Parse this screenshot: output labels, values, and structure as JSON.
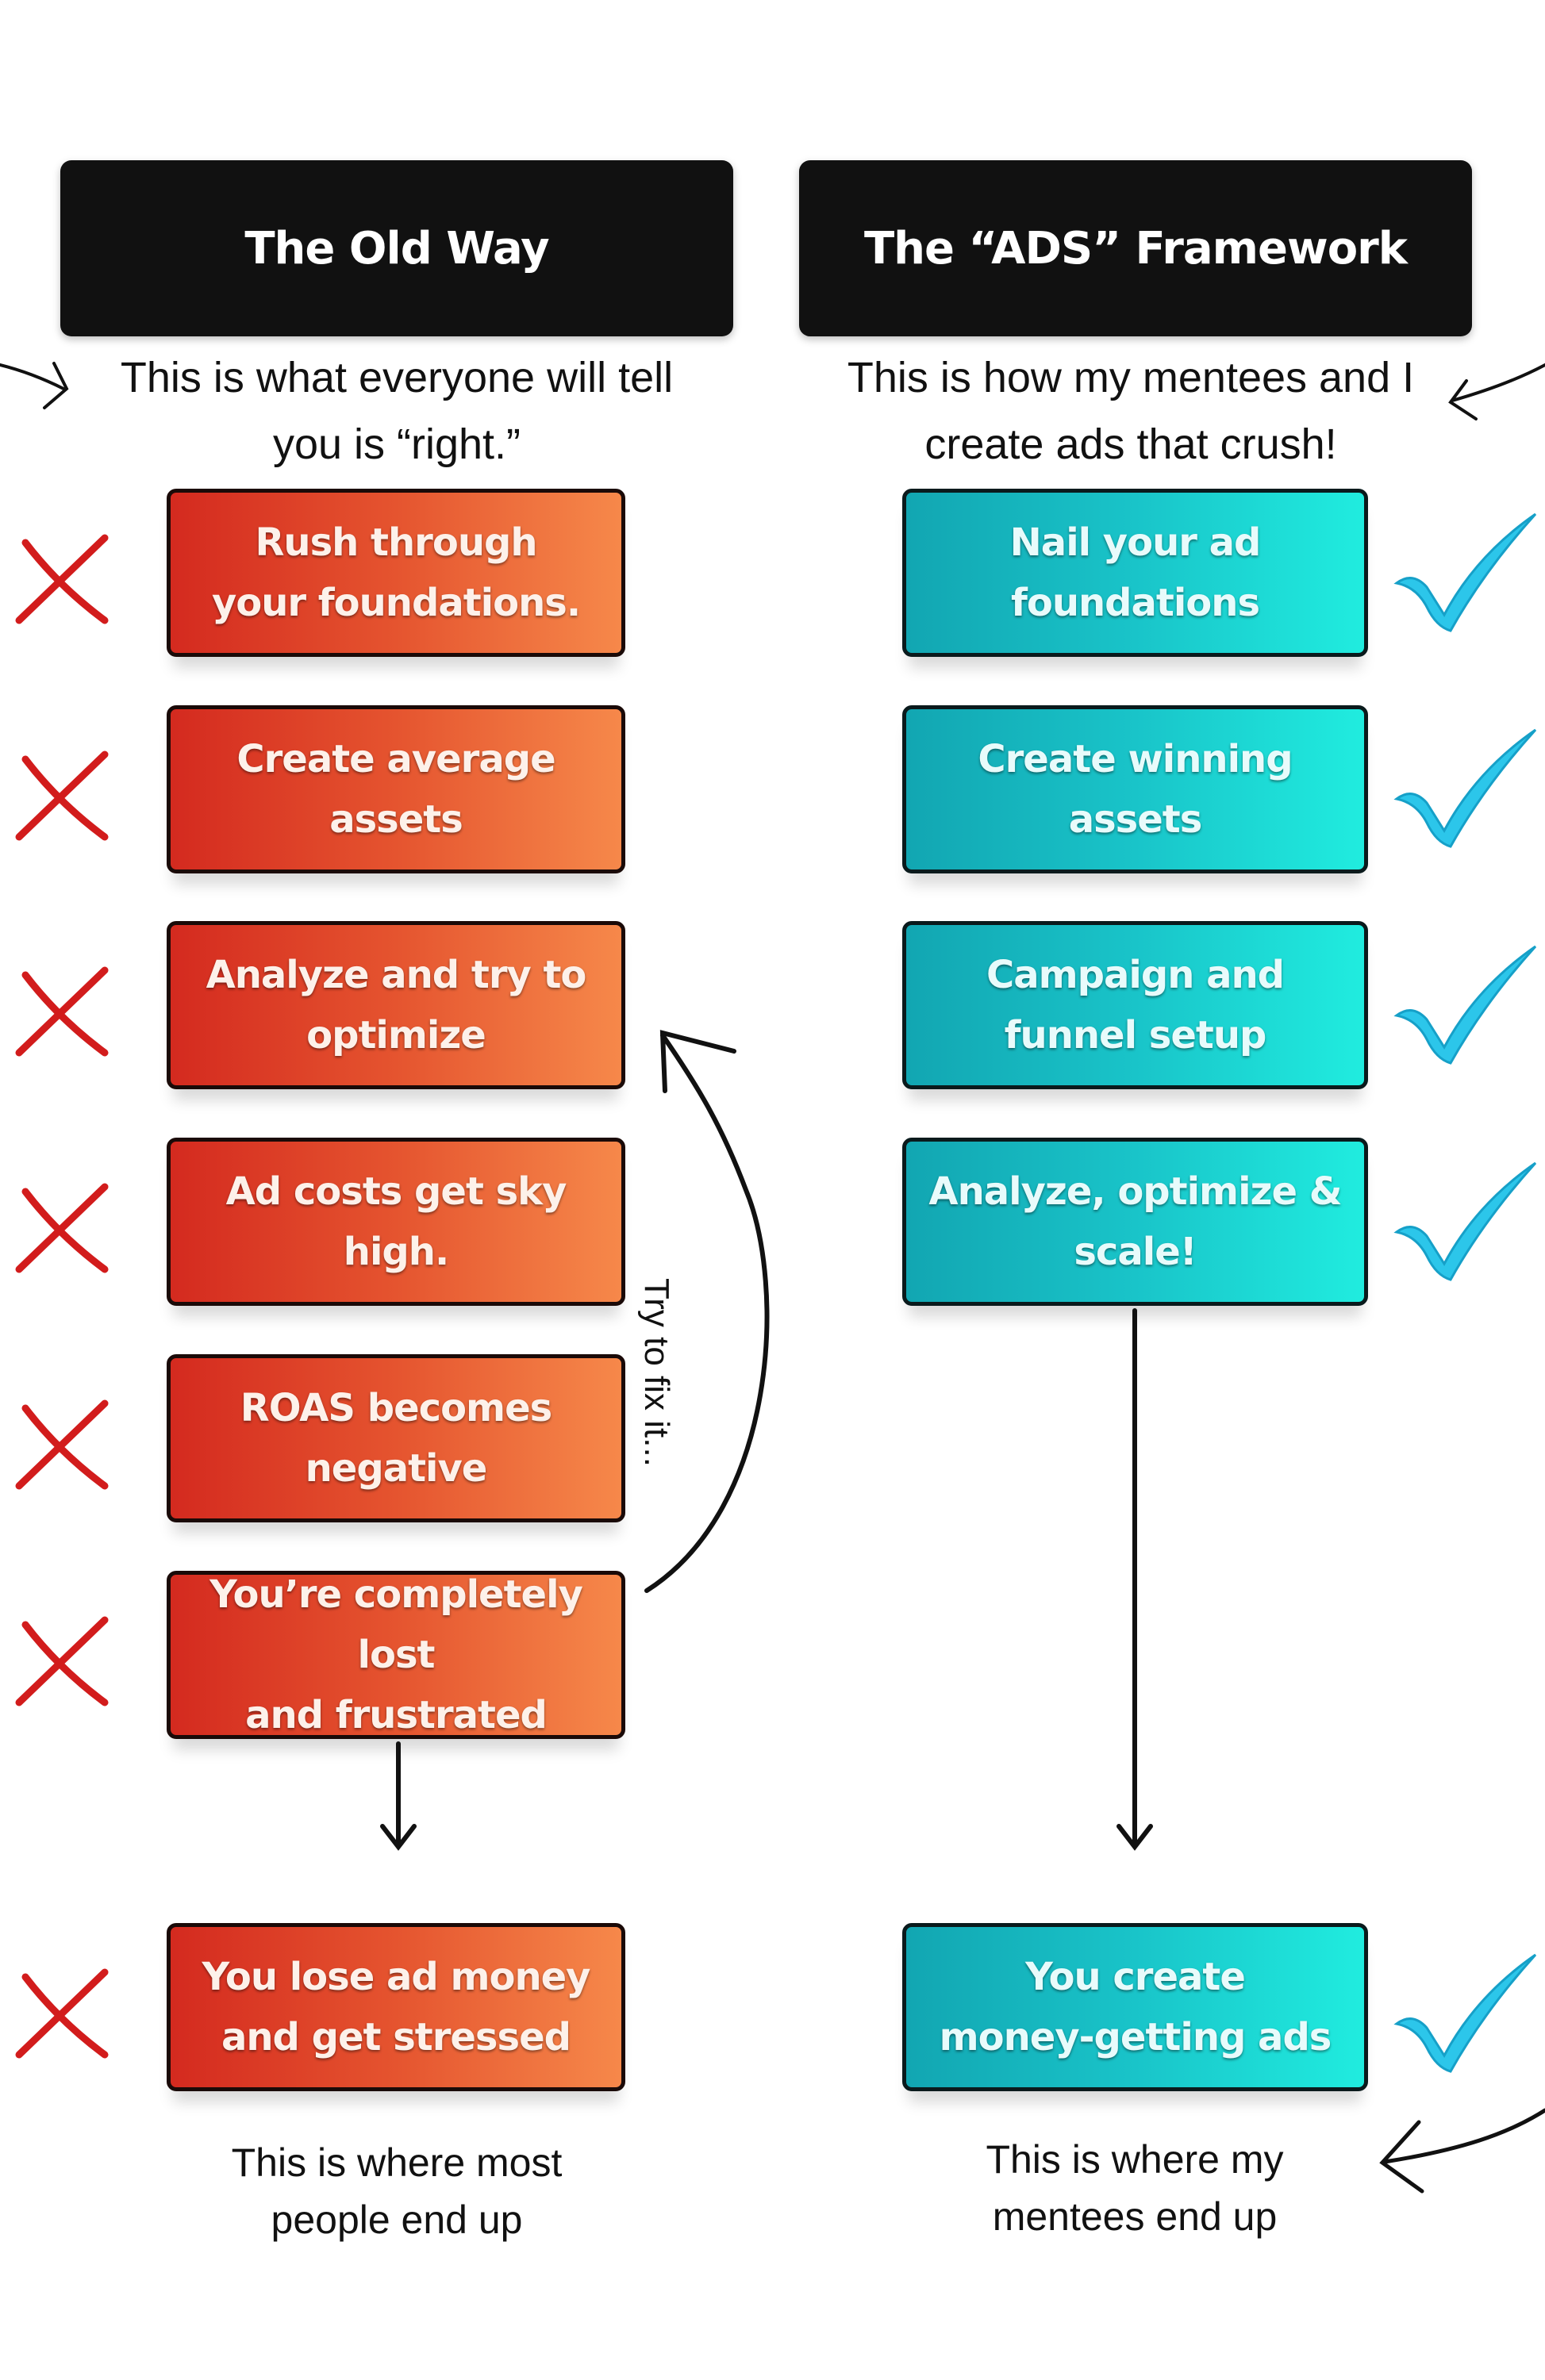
{
  "old_way": {
    "title": "The Old Way",
    "subtitle_line1": "This is what everyone will tell",
    "subtitle_line2": "you is “right.”",
    "steps": [
      {
        "line1": "Rush through",
        "line2": "your foundations.",
        "icon": "red-x-icon"
      },
      {
        "line1": "Create average",
        "line2": "assets",
        "icon": "red-x-icon"
      },
      {
        "line1": "Analyze and try to",
        "line2": "optimize",
        "icon": "red-x-icon"
      },
      {
        "line1": "Ad costs get sky",
        "line2": "high.",
        "icon": "red-x-icon"
      },
      {
        "line1": "ROAS becomes",
        "line2": "negative",
        "icon": "red-x-icon"
      },
      {
        "line1": "You’re completely lost",
        "line2": "and frustrated",
        "icon": "red-x-icon"
      }
    ],
    "loop_label": "Try to fix it...",
    "outcome": {
      "line1": "You lose ad money",
      "line2": "and get stressed",
      "icon": "red-x-icon"
    },
    "footer_line1": "This is where most",
    "footer_line2": "people end up",
    "accent_color": "#d42a1f"
  },
  "ads_framework": {
    "title": "The “ADS” Framework",
    "subtitle_line1": "This is how my mentees and I",
    "subtitle_line2": "create ads that crush!",
    "steps": [
      {
        "line1": "Nail your ad",
        "line2": "foundations",
        "icon": "blue-check-icon"
      },
      {
        "line1": "Create winning",
        "line2": "assets",
        "icon": "blue-check-icon"
      },
      {
        "line1": "Campaign and",
        "line2": "funnel setup",
        "icon": "blue-check-icon"
      },
      {
        "line1": "Analyze, optimize &",
        "line2": "scale!",
        "icon": "blue-check-icon"
      }
    ],
    "outcome": {
      "line1": "You create",
      "line2": "money-getting ads",
      "icon": "blue-check-icon"
    },
    "footer_line1": "This is where my",
    "footer_line2": "mentees end up",
    "accent_color": "#20c8e0"
  }
}
